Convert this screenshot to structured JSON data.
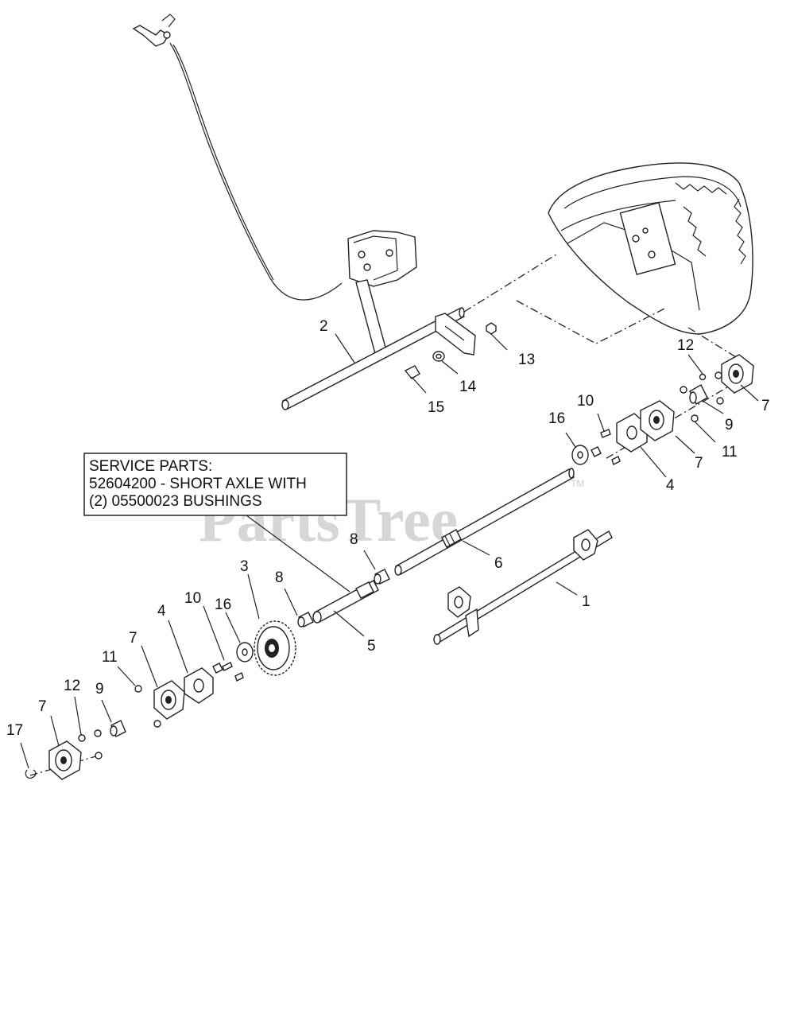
{
  "watermark": {
    "text": "PartsTree",
    "tm": "TM"
  },
  "service_box": {
    "line1": "SERVICE PARTS:",
    "line2": "52604200 - SHORT AXLE WITH",
    "line3": "(2) 05500023 BUSHINGS"
  },
  "callouts": {
    "c1": "1",
    "c2": "2",
    "c3": "3",
    "c4a": "4",
    "c4b": "4",
    "c5": "5",
    "c6": "6",
    "c7a": "7",
    "c7b": "7",
    "c7c": "7",
    "c7d": "7",
    "c8a": "8",
    "c8b": "8",
    "c9a": "9",
    "c9b": "9",
    "c10a": "10",
    "c10b": "10",
    "c11a": "11",
    "c11b": "11",
    "c12a": "12",
    "c12b": "12",
    "c13": "13",
    "c14": "14",
    "c15": "15",
    "c16a": "16",
    "c16b": "16",
    "c17": "17"
  }
}
